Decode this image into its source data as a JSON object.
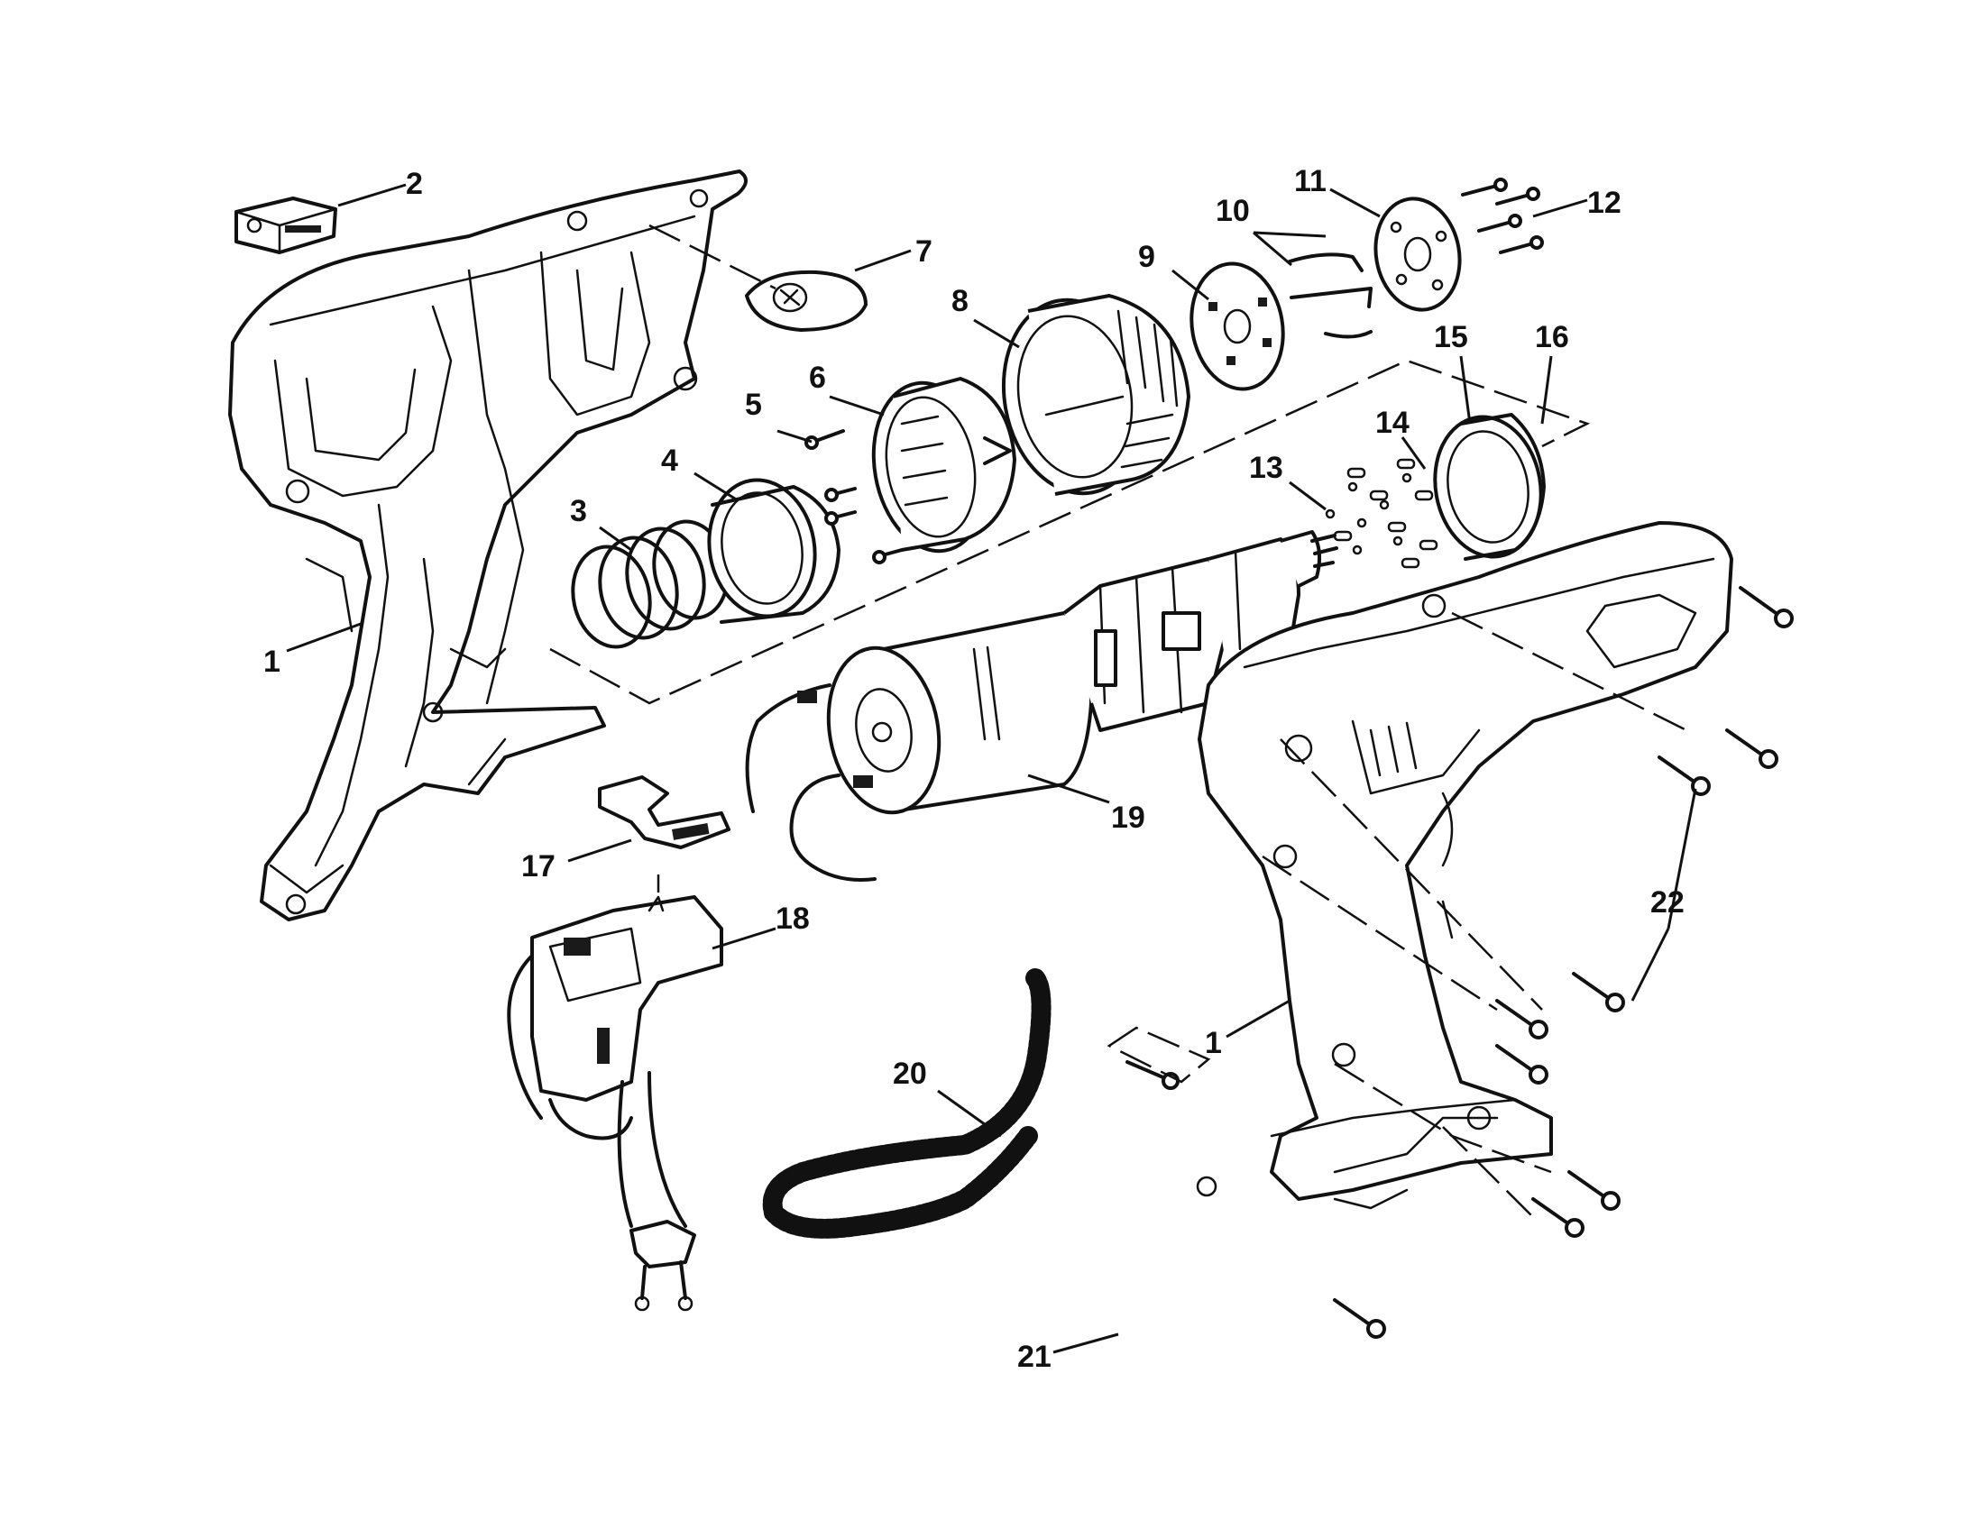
{
  "diagram": {
    "callouts": [
      {
        "id": "1a",
        "text": "1"
      },
      {
        "id": "1b",
        "text": "1"
      },
      {
        "id": "2",
        "text": "2"
      },
      {
        "id": "3",
        "text": "3"
      },
      {
        "id": "4",
        "text": "4"
      },
      {
        "id": "5",
        "text": "5"
      },
      {
        "id": "6",
        "text": "6"
      },
      {
        "id": "7",
        "text": "7"
      },
      {
        "id": "8",
        "text": "8"
      },
      {
        "id": "9",
        "text": "9"
      },
      {
        "id": "10",
        "text": "10"
      },
      {
        "id": "11",
        "text": "11"
      },
      {
        "id": "12",
        "text": "12"
      },
      {
        "id": "13",
        "text": "13"
      },
      {
        "id": "14",
        "text": "14"
      },
      {
        "id": "15",
        "text": "15"
      },
      {
        "id": "16",
        "text": "16"
      },
      {
        "id": "17",
        "text": "17"
      },
      {
        "id": "18",
        "text": "18"
      },
      {
        "id": "19",
        "text": "19"
      },
      {
        "id": "20",
        "text": "20"
      },
      {
        "id": "21",
        "text": "21"
      },
      {
        "id": "22",
        "text": "22"
      }
    ],
    "colors": {
      "ink": "#111111",
      "paper": "#ffffff"
    }
  }
}
